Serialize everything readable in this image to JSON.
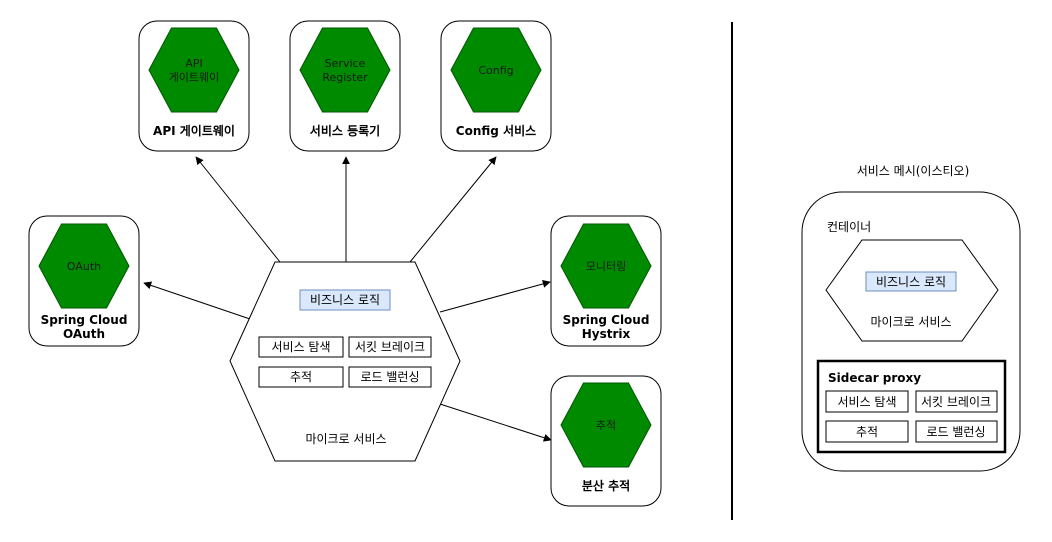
{
  "services": {
    "gateway": {
      "hex_label": [
        "API",
        "게이트웨이"
      ],
      "caption": [
        "API 게이트웨이"
      ]
    },
    "registry": {
      "hex_label": [
        "Service",
        "Register"
      ],
      "caption": [
        "서비스 등록기"
      ]
    },
    "config": {
      "hex_label": [
        "Config"
      ],
      "caption": [
        "Config 서비스"
      ]
    },
    "oauth": {
      "hex_label": [
        "OAuth"
      ],
      "caption": [
        "Spring Cloud",
        "OAuth"
      ]
    },
    "monitoring": {
      "hex_label": [
        "모니터링"
      ],
      "caption": [
        "Spring Cloud",
        "Hystrix"
      ]
    },
    "tracing": {
      "hex_label": [
        "추적"
      ],
      "caption": [
        "분산 추적"
      ]
    }
  },
  "microservice": {
    "business_logic": "비즈니스 로직",
    "service_discovery": "서비스 탐색",
    "circuit_breaker": "서킷 브레이크",
    "tracing": "추적",
    "load_balancing": "로드 밸런싱",
    "title": "마이크로 서비스"
  },
  "mesh": {
    "title": "서비스 메시(이스티오)",
    "container_label": "컨테이너",
    "business_logic": "비즈니스 로직",
    "microservice_title": "마이크로 서비스",
    "sidecar_title": "Sidecar proxy",
    "service_discovery": "서비스 탐색",
    "circuit_breaker": "서킷 브레이크",
    "tracing": "추적",
    "load_balancing": "로드 밸런싱"
  },
  "colors": {
    "hex_fill": "#008a00",
    "hex_stroke": "#005700",
    "biz_fill": "#dae8fc",
    "biz_stroke": "#6c8ebf"
  }
}
